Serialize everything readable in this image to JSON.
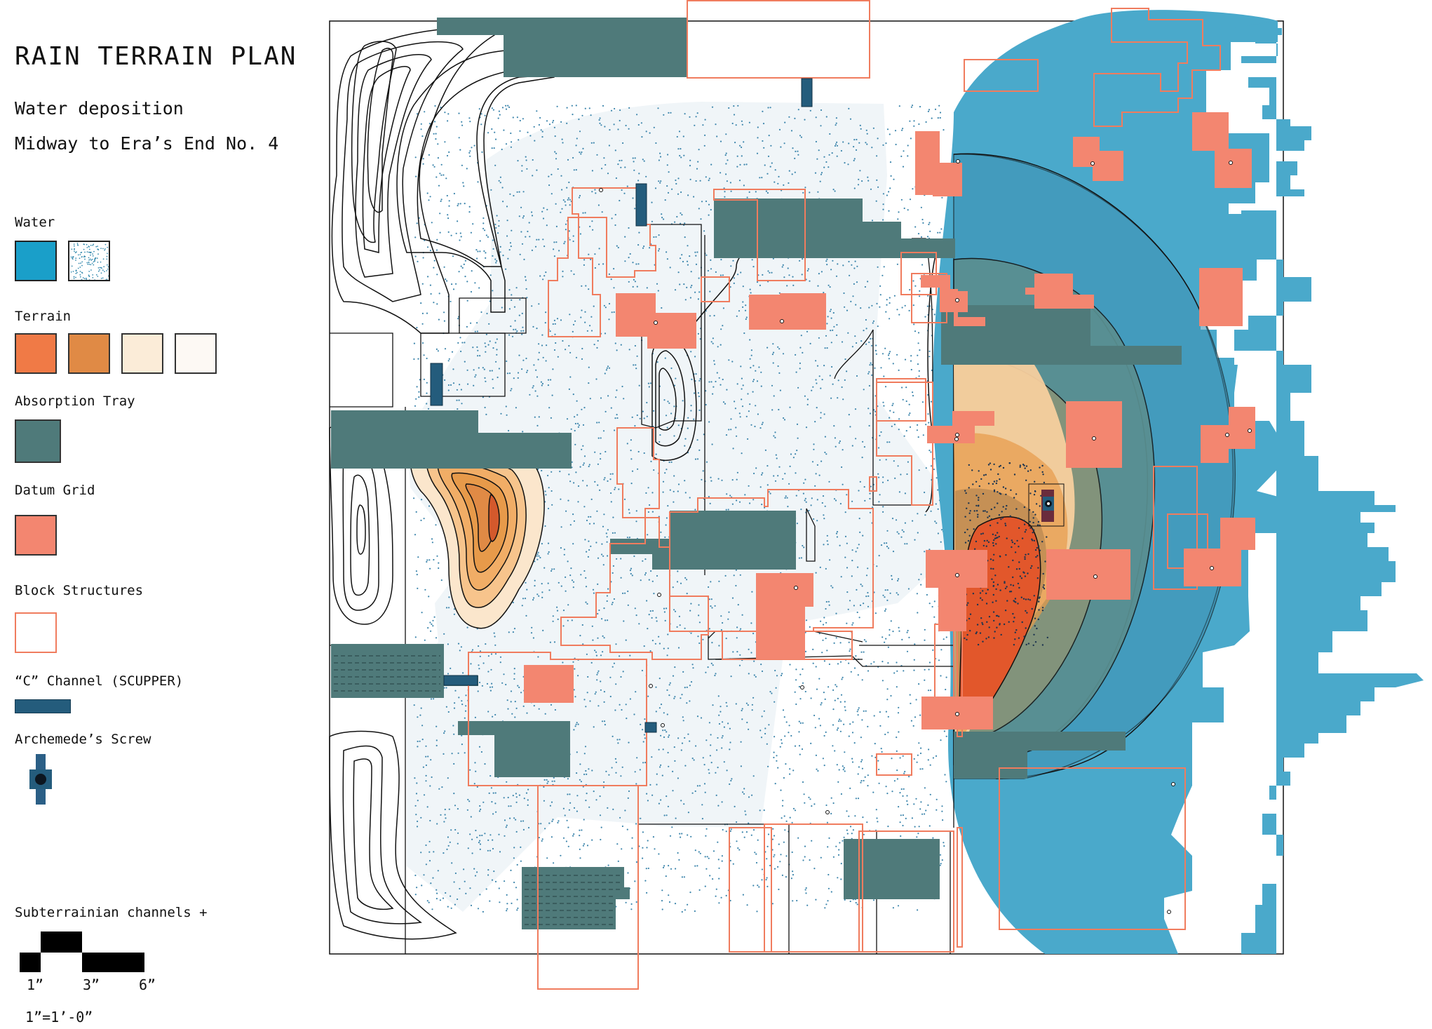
{
  "title": "RAIN TERRAIN PLAN",
  "subtitle_1": "Water deposition",
  "subtitle_2": "Midway to Era’s End No. 4",
  "legend": {
    "water": "Water",
    "terrain": "Terrain",
    "absorption_tray": "Absorption Tray",
    "datum_grid": "Datum Grid",
    "block_structures": "Block Structures",
    "c_channel": "“C” Channel (SCUPPER)",
    "archimedes_screw": "Archemede’s Screw",
    "subterranean": "Subterrainian channels +"
  },
  "scale_bar": {
    "label_1": "1”",
    "label_3": "3”",
    "label_6": "6”",
    "ratio": "1”=1’-0”"
  },
  "colors": {
    "water": "#1a9fc9",
    "water_plan": "#4aa9cb",
    "terrain_dark": "#f07a46",
    "terrain_mid": "#e08a45",
    "terrain_light": "#fbecd8",
    "terrain_pale": "#fdf9f4",
    "absorption_tray": "#4f7a7a",
    "datum_grid": "#f38670",
    "block_outline": "#f07c5e",
    "c_channel": "#245c7c"
  }
}
